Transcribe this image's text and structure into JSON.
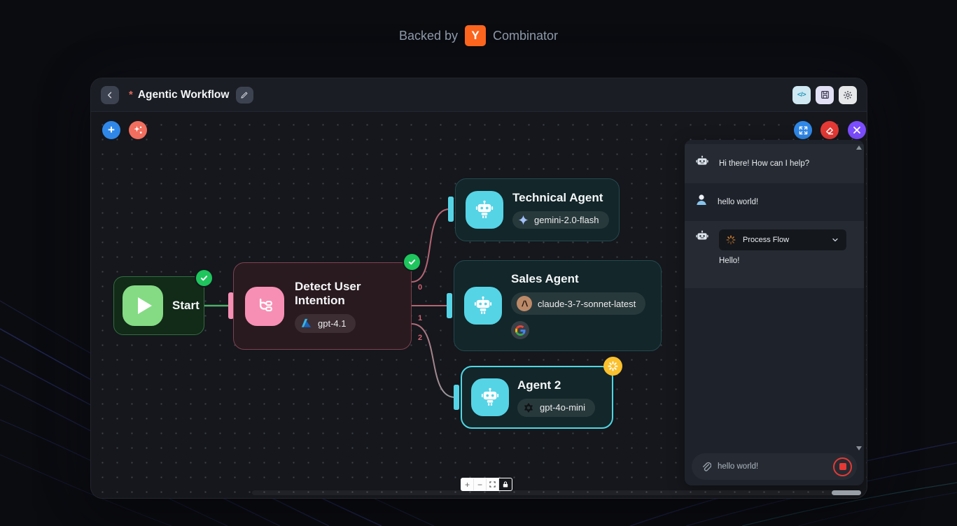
{
  "page": {
    "backed_by": "Backed by",
    "yc_letter": "Y",
    "combinator": "Combinator"
  },
  "titlebar": {
    "asterisk": "*",
    "title": "Agentic Workflow",
    "code_label": "</>"
  },
  "canvas_buttons": {
    "add": "+"
  },
  "nodes": {
    "start": {
      "label": "Start",
      "status": "success"
    },
    "detect": {
      "title": "Detect User Intention",
      "provider": "azure",
      "model": "gpt-4.1",
      "outputs": [
        "0",
        "1",
        "2"
      ],
      "status": "success"
    },
    "technical": {
      "title": "Technical Agent",
      "provider": "gemini",
      "model": "gemini-2.0-flash"
    },
    "sales": {
      "title": "Sales Agent",
      "provider": "anthropic",
      "model": "claude-3-7-sonnet-latest",
      "tools": [
        "google"
      ]
    },
    "agent2": {
      "title": "Agent 2",
      "provider": "openai",
      "model": "gpt-4o-mini",
      "status": "running"
    }
  },
  "chat": {
    "messages": [
      {
        "role": "assistant",
        "text": "Hi there! How can I help?"
      },
      {
        "role": "user",
        "text": "hello world!"
      },
      {
        "role": "assistant",
        "tool_label": "Process Flow",
        "text": "Hello!"
      }
    ],
    "input_value": "hello world!"
  },
  "flow_controls": {
    "zoom_in": "+",
    "zoom_out": "−"
  },
  "colors": {
    "yc_orange": "#fb651e",
    "accent_blue": "#2f88e8",
    "accent_red": "#e53935",
    "accent_purple": "#7c4dff",
    "salmon": "#f26e5e",
    "node_green_bg": "#122a18",
    "start_icon_green": "#84db84",
    "detect_pink": "#f78fb4",
    "agent_cyan": "#55d4e6",
    "edge_green": "#4fae68",
    "edge_pink": "#b56573",
    "edge_gray": "#93a6a6",
    "check_green": "#1fc55d",
    "spinner_yellow": "#fbc02d",
    "panel_bg": "#1e222a"
  }
}
